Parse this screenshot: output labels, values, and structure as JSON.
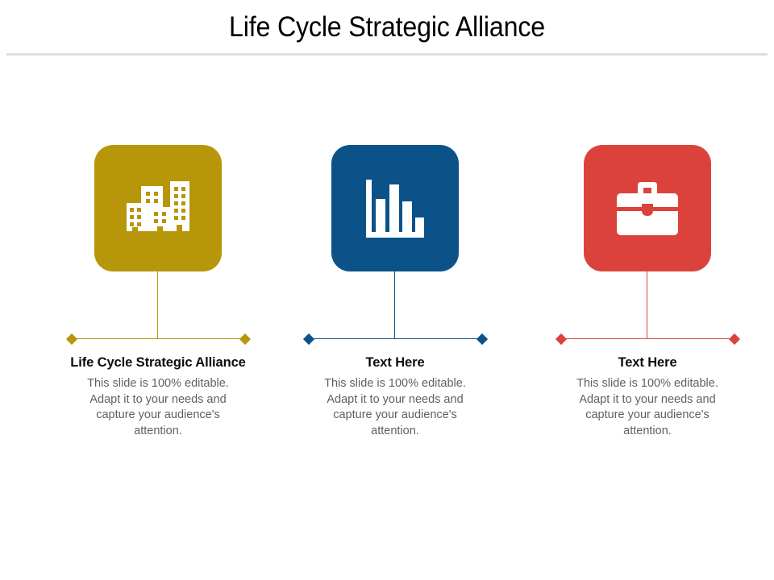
{
  "header": {
    "title": "Life Cycle Strategic Alliance"
  },
  "theme": {
    "gold": "#b8960a",
    "blue": "#0b5288",
    "red": "#dc423c",
    "divider": "#dededf",
    "heading_text": "#0d0d0d",
    "body_text": "#606060",
    "background": "#ffffff"
  },
  "columns": [
    {
      "icon": "buildings-icon",
      "color": "#b8960a",
      "heading": "Life Cycle Strategic Alliance",
      "body": "This slide is 100% editable. Adapt it to your needs and capture your audience's attention."
    },
    {
      "icon": "bar-chart-icon",
      "color": "#0b5288",
      "heading": "Text Here",
      "body": "This slide is 100% editable. Adapt it to your needs and capture your audience's attention."
    },
    {
      "icon": "briefcase-icon",
      "color": "#dc423c",
      "heading": "Text Here",
      "body": "This slide is 100% editable. Adapt it to your needs and capture your audience's attention."
    }
  ]
}
